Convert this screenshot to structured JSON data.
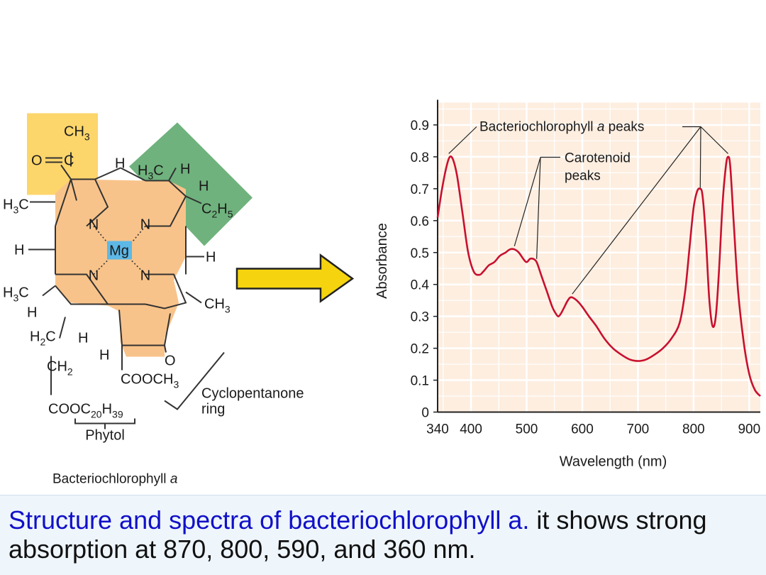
{
  "molecule": {
    "name_prefix": "Bacteriochlorophyll ",
    "name_italic": "a",
    "metal": "Mg",
    "nitrogen": "N",
    "hydrogen": "H",
    "labels": {
      "acetyl_oxygen": "O",
      "acetyl_carbon": "C",
      "oxo": "O",
      "carbonyl_group": "COOCH",
      "ester_group": "COOC",
      "ch_group": "CH",
      "h2c_group": "H",
      "h3c_group": "H",
      "ch3_group": "CH",
      "c2h5_group": "C",
      "sub_2": "2",
      "sub_3": "3",
      "sub_5": "5",
      "sub_20": "20",
      "sub_39": "39",
      "letter_c": "C",
      "letter_h": "H"
    },
    "ring_label_1": "Cyclopentanone",
    "ring_label_2": "ring",
    "phytol": "Phytol",
    "highlight_colors": {
      "acetyl": "#fcd56b",
      "ethyl": "#6fb27d",
      "ring": "#f8c38a",
      "metal": "#5db8e6"
    }
  },
  "arrow": {
    "color": "#f5d40f",
    "outline": "#222222"
  },
  "chart_data": {
    "type": "line",
    "xlabel": "Wavelength (nm)",
    "ylabel": "Absorbance",
    "xlim": [
      340,
      920
    ],
    "ylim": [
      0,
      0.97
    ],
    "x_ticks": [
      340,
      400,
      500,
      600,
      700,
      800,
      900
    ],
    "y_ticks": [
      0,
      0.1,
      0.2,
      0.3,
      0.4,
      0.5,
      0.6,
      0.7,
      0.8,
      0.9
    ],
    "y_tick_labels": [
      "0",
      "0.1",
      "0.2",
      "0.3",
      "0.4",
      "0.5",
      "0.6",
      "0.7",
      "0.8",
      "0.9"
    ],
    "grid": true,
    "colors": {
      "background": "#fdeee0",
      "grid": "#ffffff",
      "line": "#c8102e"
    },
    "series": [
      {
        "x": [
          340,
          348,
          356,
          362,
          368,
          375,
          385,
          395,
          405,
          415,
          422,
          432,
          442,
          452,
          462,
          470,
          478,
          486,
          494,
          500,
          506,
          512,
          518,
          526,
          536,
          546,
          552,
          557,
          562,
          568,
          574,
          580,
          590,
          600,
          612,
          625,
          640,
          655,
          670,
          685,
          700,
          715,
          730,
          745,
          760,
          775,
          785,
          793,
          800,
          806,
          811,
          816,
          822,
          828,
          834,
          840,
          846,
          852,
          858,
          862,
          866,
          872,
          880,
          890,
          900,
          910,
          920
        ],
        "y": [
          0.61,
          0.7,
          0.77,
          0.8,
          0.79,
          0.74,
          0.62,
          0.5,
          0.44,
          0.43,
          0.44,
          0.46,
          0.47,
          0.49,
          0.5,
          0.51,
          0.51,
          0.5,
          0.48,
          0.47,
          0.48,
          0.48,
          0.47,
          0.43,
          0.38,
          0.33,
          0.31,
          0.3,
          0.31,
          0.33,
          0.35,
          0.36,
          0.35,
          0.33,
          0.3,
          0.27,
          0.23,
          0.2,
          0.18,
          0.165,
          0.16,
          0.165,
          0.18,
          0.2,
          0.23,
          0.28,
          0.38,
          0.52,
          0.64,
          0.69,
          0.7,
          0.68,
          0.55,
          0.36,
          0.27,
          0.3,
          0.45,
          0.65,
          0.77,
          0.8,
          0.77,
          0.6,
          0.38,
          0.22,
          0.12,
          0.07,
          0.05
        ]
      }
    ],
    "annotations": [
      {
        "text": "Bacteriochlorophyll ",
        "italic": "a",
        "suffix": " peaks",
        "targets": [
          [
            360,
            0.81
          ],
          [
            812,
            0.7
          ],
          [
            862,
            0.81
          ],
          [
            582,
            0.37
          ]
        ]
      },
      {
        "text": "Carotenoid",
        "text2": "peaks",
        "targets": [
          [
            478,
            0.52
          ],
          [
            518,
            0.48
          ]
        ]
      }
    ]
  },
  "caption": {
    "highlight": "Structure and spectra of  bacteriochlorophyll a.",
    "rest": " it shows strong absorption at 870, 800, 590, and 360 nm."
  }
}
